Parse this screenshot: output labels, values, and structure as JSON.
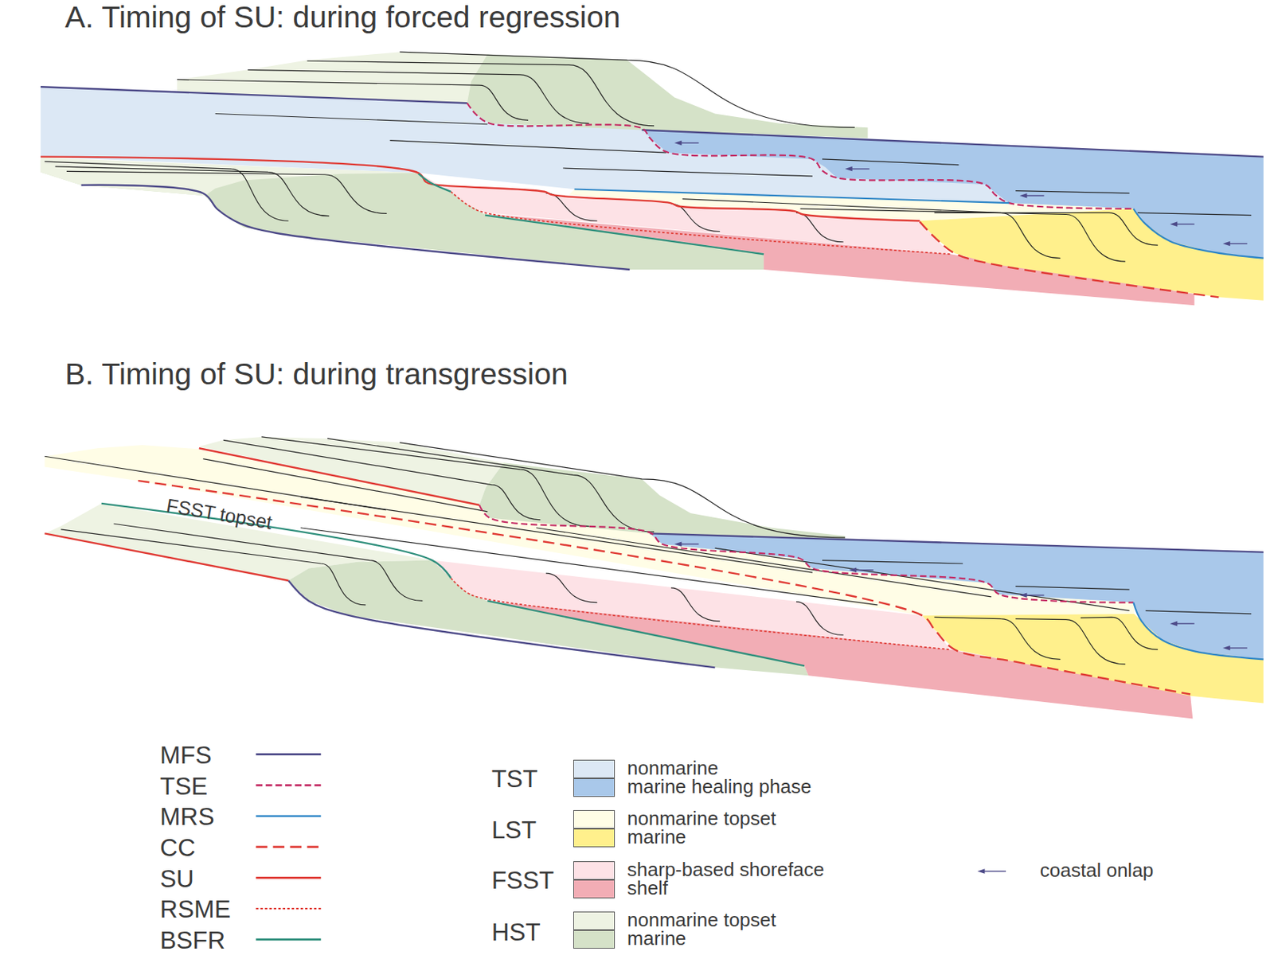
{
  "diagram": {
    "labels": [
      "A. Timing of SU: during forced regression",
      "B. Timing of SU: during transgression",
      "FSST topset",
      "TST",
      "LST",
      "FSST",
      "HST"
    ],
    "legend": [
      {
        "text": "MFS"
      },
      {
        "text": "TSE"
      },
      {
        "text": "MRS"
      },
      {
        "text": "CC"
      },
      {
        "text": "SU"
      },
      {
        "text": "RSME"
      },
      {
        "text": "BSFR"
      },
      {
        "text": "nonmarine",
        "color": "#dce8f5"
      },
      {
        "text": "marine healing phase",
        "color": "#a9c8ea"
      },
      {
        "text": "nonmarine topset",
        "color": "#fffde6"
      },
      {
        "text": "marine",
        "color": "#fff08c"
      },
      {
        "text": "sharp-based shoreface",
        "color": "#fde2e6"
      },
      {
        "text": "shelf",
        "color": "#f2adb5"
      },
      {
        "text": "nonmarine topset",
        "color": "#eef3e3"
      },
      {
        "text": "marine",
        "color": "#d5e2c8"
      },
      {
        "text": "coastal onlap"
      }
    ]
  }
}
